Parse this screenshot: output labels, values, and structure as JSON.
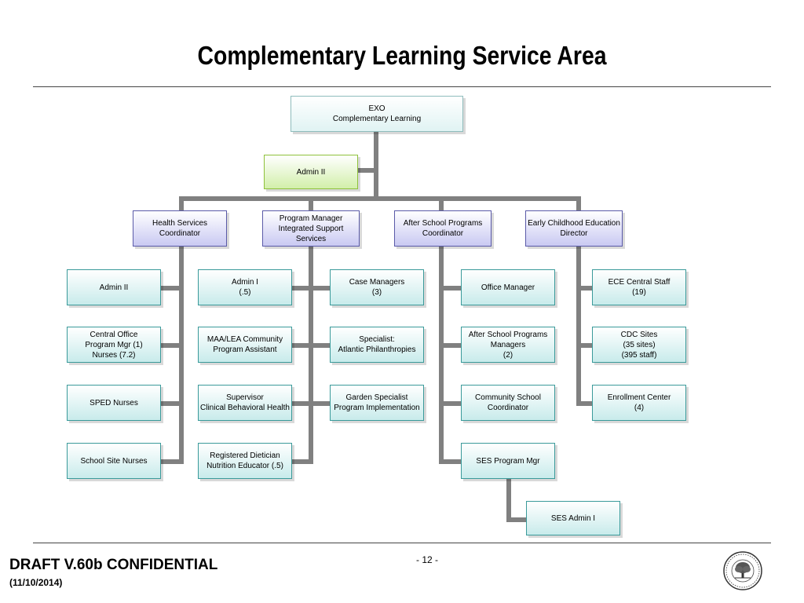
{
  "title": "Complementary Learning Service Area",
  "exo": {
    "line1": "EXO",
    "line2": "Complementary Learning"
  },
  "admin_top": "Admin II",
  "heads": {
    "health": [
      "Health Services",
      "Coordinator"
    ],
    "program": [
      "Program Manager",
      "Integrated Support Services"
    ],
    "after": [
      "After School Programs",
      "Coordinator"
    ],
    "ece": [
      "Early Childhood Education",
      "Director"
    ]
  },
  "health_items": [
    [
      "Admin II"
    ],
    [
      "Central Office",
      "Program Mgr (1)",
      "Nurses (7.2)"
    ],
    [
      "SPED Nurses"
    ],
    [
      "School Site Nurses"
    ]
  ],
  "program_left": [
    [
      "Admin I",
      "(.5)"
    ],
    [
      "MAA/LEA Community",
      "Program Assistant"
    ],
    [
      "Supervisor",
      "Clinical Behavioral Health"
    ],
    [
      "Registered Dietician",
      "Nutrition Educator (.5)"
    ]
  ],
  "program_right": [
    [
      "Case Managers",
      "(3)"
    ],
    [
      "Specialist:",
      "Atlantic Philanthropies"
    ],
    [
      "Garden Specialist",
      "Program Implementation"
    ]
  ],
  "after_items": [
    [
      "Office Manager"
    ],
    [
      "After School Programs",
      "Managers",
      "(2)"
    ],
    [
      "Community School",
      "Coordinator"
    ],
    [
      "SES Program Mgr"
    ]
  ],
  "ses_admin": "SES Admin I",
  "ece_items": [
    [
      "ECE Central Staff",
      "(19)"
    ],
    [
      "CDC Sites",
      "(35 sites)",
      "(395 staff)"
    ],
    [
      "Enrollment Center",
      "(4)"
    ]
  ],
  "footer": {
    "draft": "DRAFT V.60b CONFIDENTIAL",
    "date": "(11/10/2014)",
    "page": "- 12 -"
  },
  "colors": {
    "connector": "#808080",
    "teal_border": "#3a9a9a",
    "purple_border": "#5a5aa8",
    "green_border": "#8ec13a"
  }
}
